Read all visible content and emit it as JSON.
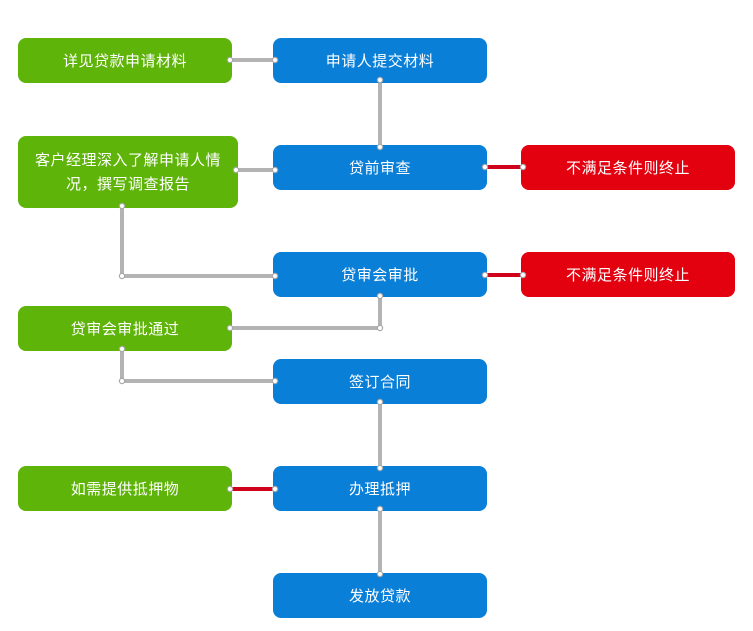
{
  "diagram": {
    "main_steps": {
      "submit": "申请人提交材料",
      "pre_review": "贷前审查",
      "committee": "贷审会审批",
      "sign": "签订合同",
      "mortgage": "办理抵押",
      "disburse": "发放贷款"
    },
    "side_notes": {
      "materials": "详见贷款申请材料",
      "investigation": "客户经理深入了解申请人情况，撰写调查报告",
      "approved": "贷审会审批通过",
      "collateral": "如需提供抵押物"
    },
    "terminations": {
      "after_pre_review": "不满足条件则终止",
      "after_committee": "不满足条件则终止"
    }
  },
  "colors": {
    "main_step": "#0a7fd8",
    "side_note": "#5fb40a",
    "termination": "#e3000f",
    "connector": "#b3b3b3",
    "termination_connector": "#d0021b"
  }
}
